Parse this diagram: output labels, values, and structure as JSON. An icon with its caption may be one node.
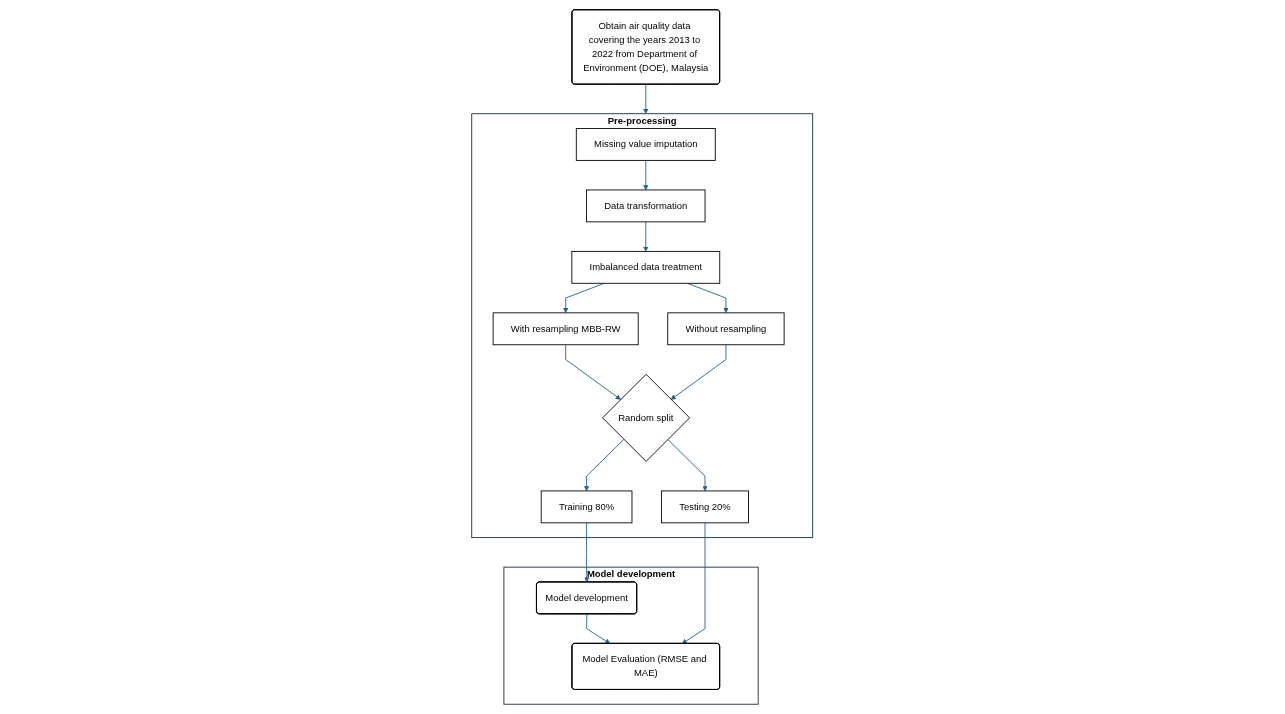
{
  "diagram": {
    "nodes": [
      {
        "text": [
          "Obtain air quality data covering the years 2013 to 2022 from Department of Environment (DOE), Malaysia"
        ]
      },
      {
        "text": [
          "Pre-processing"
        ]
      },
      {
        "text": [
          "Missing value imputation"
        ],
        "in": 1
      },
      {
        "text": [
          "Data transformation"
        ],
        "in": 1
      },
      {
        "text": [
          "Imbalanced data treatment"
        ],
        "in": 1
      },
      {
        "text": [
          "With resampling MBB-RW"
        ],
        "in": 1
      },
      {
        "text": [
          "Without resampling"
        ],
        "in": 1
      },
      {
        "text": [
          "Random split"
        ],
        "in": 1
      },
      {
        "text": [
          "Training 80%"
        ],
        "in": 1
      },
      {
        "text": [
          "Testing 20%"
        ],
        "in": 1
      },
      {
        "text": [
          "Model development"
        ]
      },
      {
        "text": [
          "Model development"
        ],
        "in": 10
      },
      {
        "text": [
          "Model Evaluation (RMSE and MAE)"
        ],
        "in": 10
      }
    ],
    "edges": [
      {
        "from": 0,
        "to": 1,
        "arrow": "to"
      },
      {
        "from": 2,
        "to": 3,
        "arrow": "to"
      },
      {
        "from": 3,
        "to": 4,
        "arrow": "to"
      },
      {
        "from": 4,
        "to": 5,
        "arrow": "to"
      },
      {
        "from": 4,
        "to": 6,
        "arrow": "to"
      },
      {
        "from": 5,
        "to": 7,
        "arrow": "to"
      },
      {
        "from": 6,
        "to": 7,
        "arrow": "to"
      },
      {
        "from": 7,
        "to": 8,
        "arrow": "to"
      },
      {
        "from": 7,
        "to": 9,
        "arrow": "to"
      },
      {
        "from": 8,
        "to": 11,
        "arrow": "to"
      },
      {
        "from": 11,
        "to": 12,
        "arrow": "to"
      },
      {
        "from": 9,
        "to": 12,
        "arrow": "to"
      }
    ]
  }
}
